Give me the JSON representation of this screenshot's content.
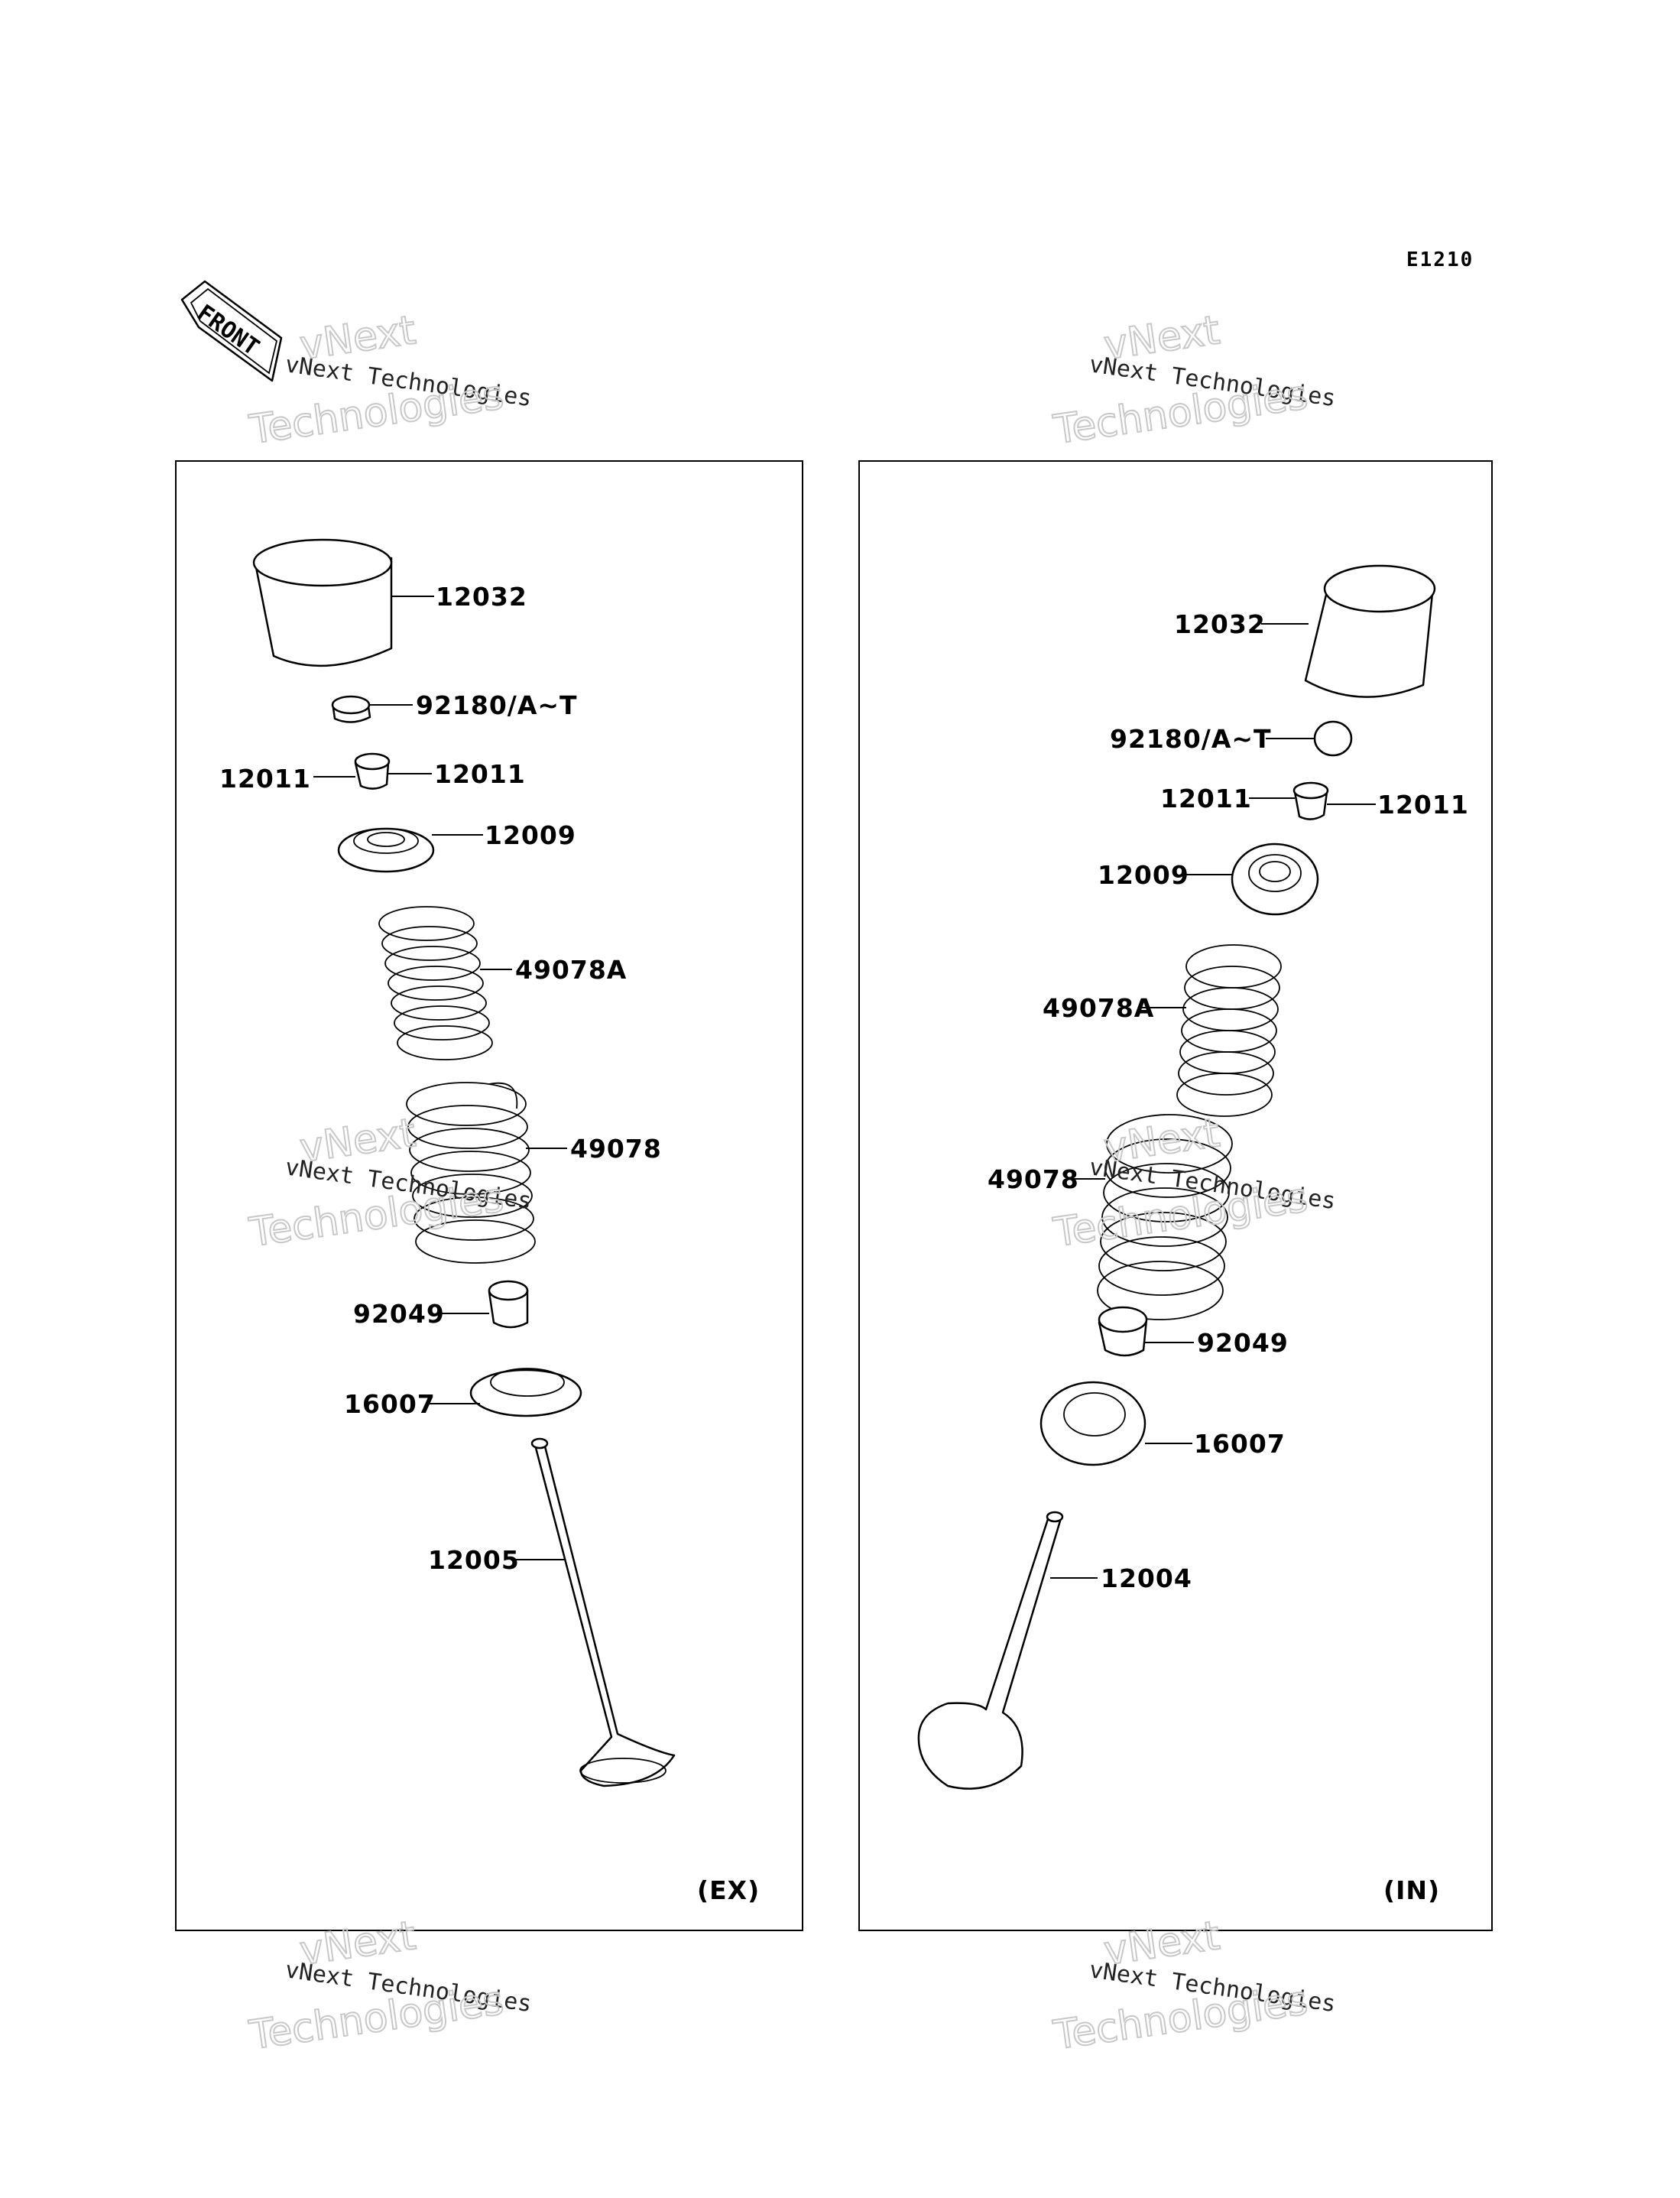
{
  "diagram_code": "E1210",
  "front_label": "FRONT",
  "watermark": {
    "line1": "vNext Technologies",
    "line2": "vNext",
    "line3": "Technologies"
  },
  "panels": [
    {
      "tag": "(EX)",
      "labels": {
        "tappet": "12032",
        "shim": "92180/A~T",
        "cotter_left": "12011",
        "cotter_right": "12011",
        "retainer": "12009",
        "inner_spring": "49078A",
        "outer_spring": "49078",
        "seal": "92049",
        "spring_seat": "16007",
        "valve": "12005"
      }
    },
    {
      "tag": "(IN)",
      "labels": {
        "tappet": "12032",
        "shim": "92180/A~T",
        "cotter_left": "12011",
        "cotter_right": "12011",
        "retainer": "12009",
        "inner_spring": "49078A",
        "outer_spring": "49078",
        "seal": "92049",
        "spring_seat": "16007",
        "valve": "12004"
      }
    }
  ]
}
